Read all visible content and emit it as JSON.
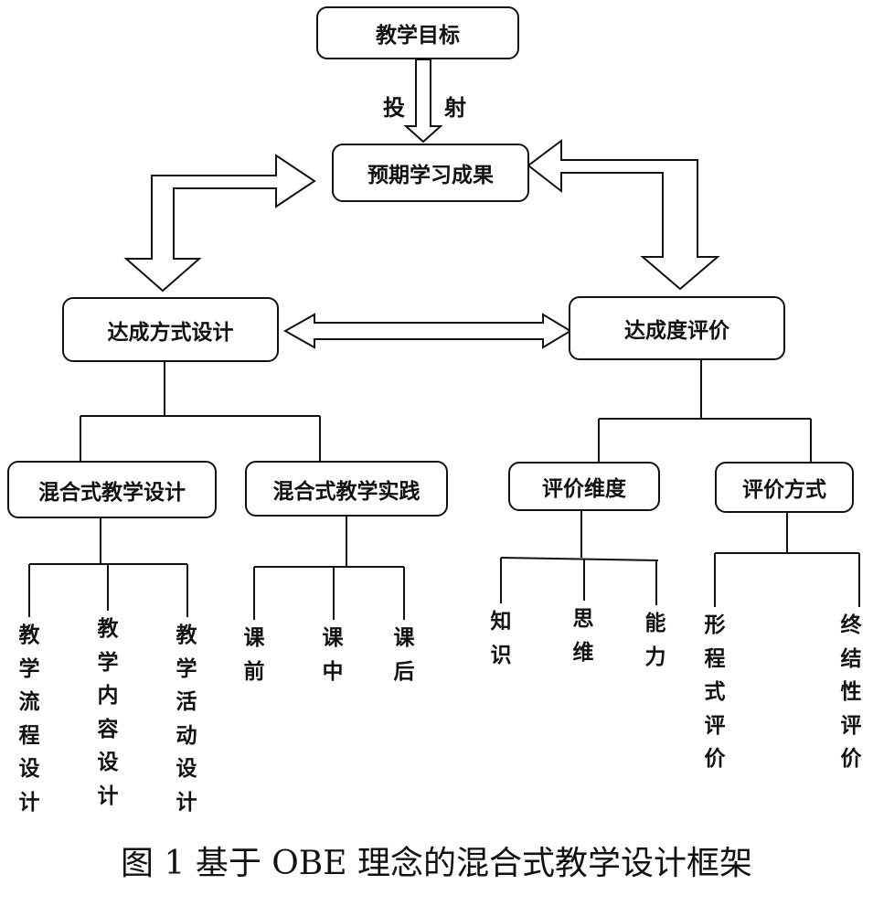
{
  "top": "教学目标",
  "projection": {
    "left": "投",
    "right": "射"
  },
  "outcome": "预期学习成果",
  "achieve_design": "达成方式设计",
  "achieve_eval": "达成度评价",
  "design_children": [
    "混合式教学设计",
    "混合式教学实践"
  ],
  "eval_children": [
    "评价维度",
    "评价方式"
  ],
  "leaves": {
    "design": [
      "教学流程设计",
      "教学内容设计",
      "教学活动设计"
    ],
    "practice": [
      "课前",
      "课中",
      "课后"
    ],
    "dimension": [
      "知识",
      "思维",
      "能力"
    ],
    "method": [
      "形程式评价",
      "终结性评价"
    ]
  },
  "caption": "图 1 基于 OBE 理念的混合式教学设计框架"
}
